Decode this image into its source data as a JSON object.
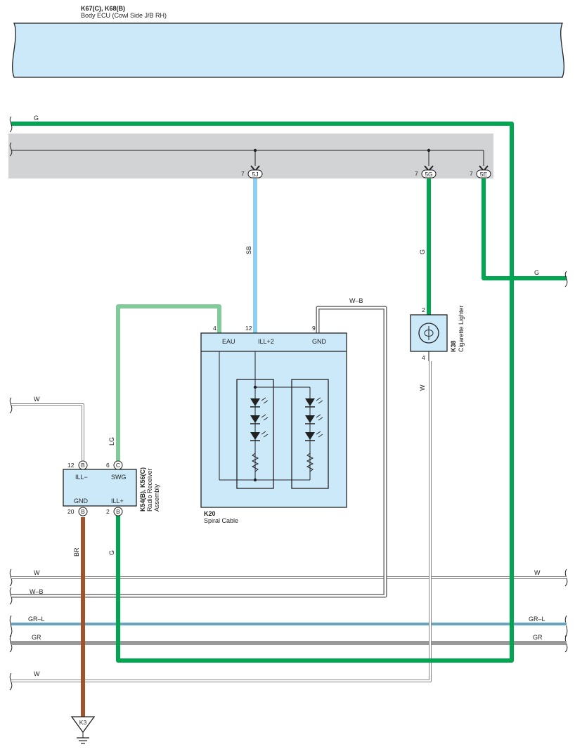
{
  "ecu": {
    "code": "K67(C), K68(B)",
    "name": "Body ECU (Cowl Side J/B RH)"
  },
  "junction": {
    "pins": [
      {
        "num": "7",
        "conn": "5J"
      },
      {
        "num": "7",
        "conn": "5G"
      },
      {
        "num": "7",
        "conn": "5E"
      }
    ]
  },
  "spiral": {
    "code": "K20",
    "name": "Spiral Cable",
    "pin_eau": "4",
    "pin_ill": "12",
    "pin_gnd": "9",
    "label_eau": "EAU",
    "label_ill": "ILL+2",
    "label_gnd": "GND"
  },
  "lighter": {
    "code": "K38",
    "name": "Cigarette Lighter",
    "pin_top": "2",
    "pin_bottom": "4"
  },
  "radio": {
    "code": "K54(B), K56(C)",
    "name_line1": "Radio Receiver",
    "name_line2": "Assembly",
    "pin_ill_minus": "12",
    "conn_ill_minus": "B",
    "label_ill_minus": "ILL−",
    "pin_swg": "6",
    "conn_swg": "C",
    "label_swg": "SWG",
    "pin_gnd": "20",
    "conn_gnd": "B",
    "label_gnd": "GND",
    "pin_ill_plus": "2",
    "conn_ill_plus": "B",
    "label_ill_plus": "ILL+"
  },
  "ground": {
    "code": "K3"
  },
  "wires": {
    "g_top": "G",
    "sb": "SB",
    "g_lighter": "G",
    "g_right": "G",
    "wb_spiral": "W–B",
    "w_lighter": "W",
    "w_left": "W",
    "lg": "LG",
    "br": "BR",
    "g_radio": "G",
    "bus_w_left": "W",
    "bus_w_right": "W",
    "bus_wb_left": "W–B",
    "bus_grl_left": "GR–L",
    "bus_grl_right": "GR–L",
    "bus_gr_left": "GR",
    "bus_gr_right": "GR",
    "bus_w2_left": "W"
  },
  "colors": {
    "green": "#00a650",
    "light_green": "#7fcc9a",
    "sky_blue": "#8ecfee",
    "brown": "#a0522d",
    "gray": "#999999",
    "component_fill": "#cce9f9",
    "junction_gray": "#d1d3d4"
  }
}
